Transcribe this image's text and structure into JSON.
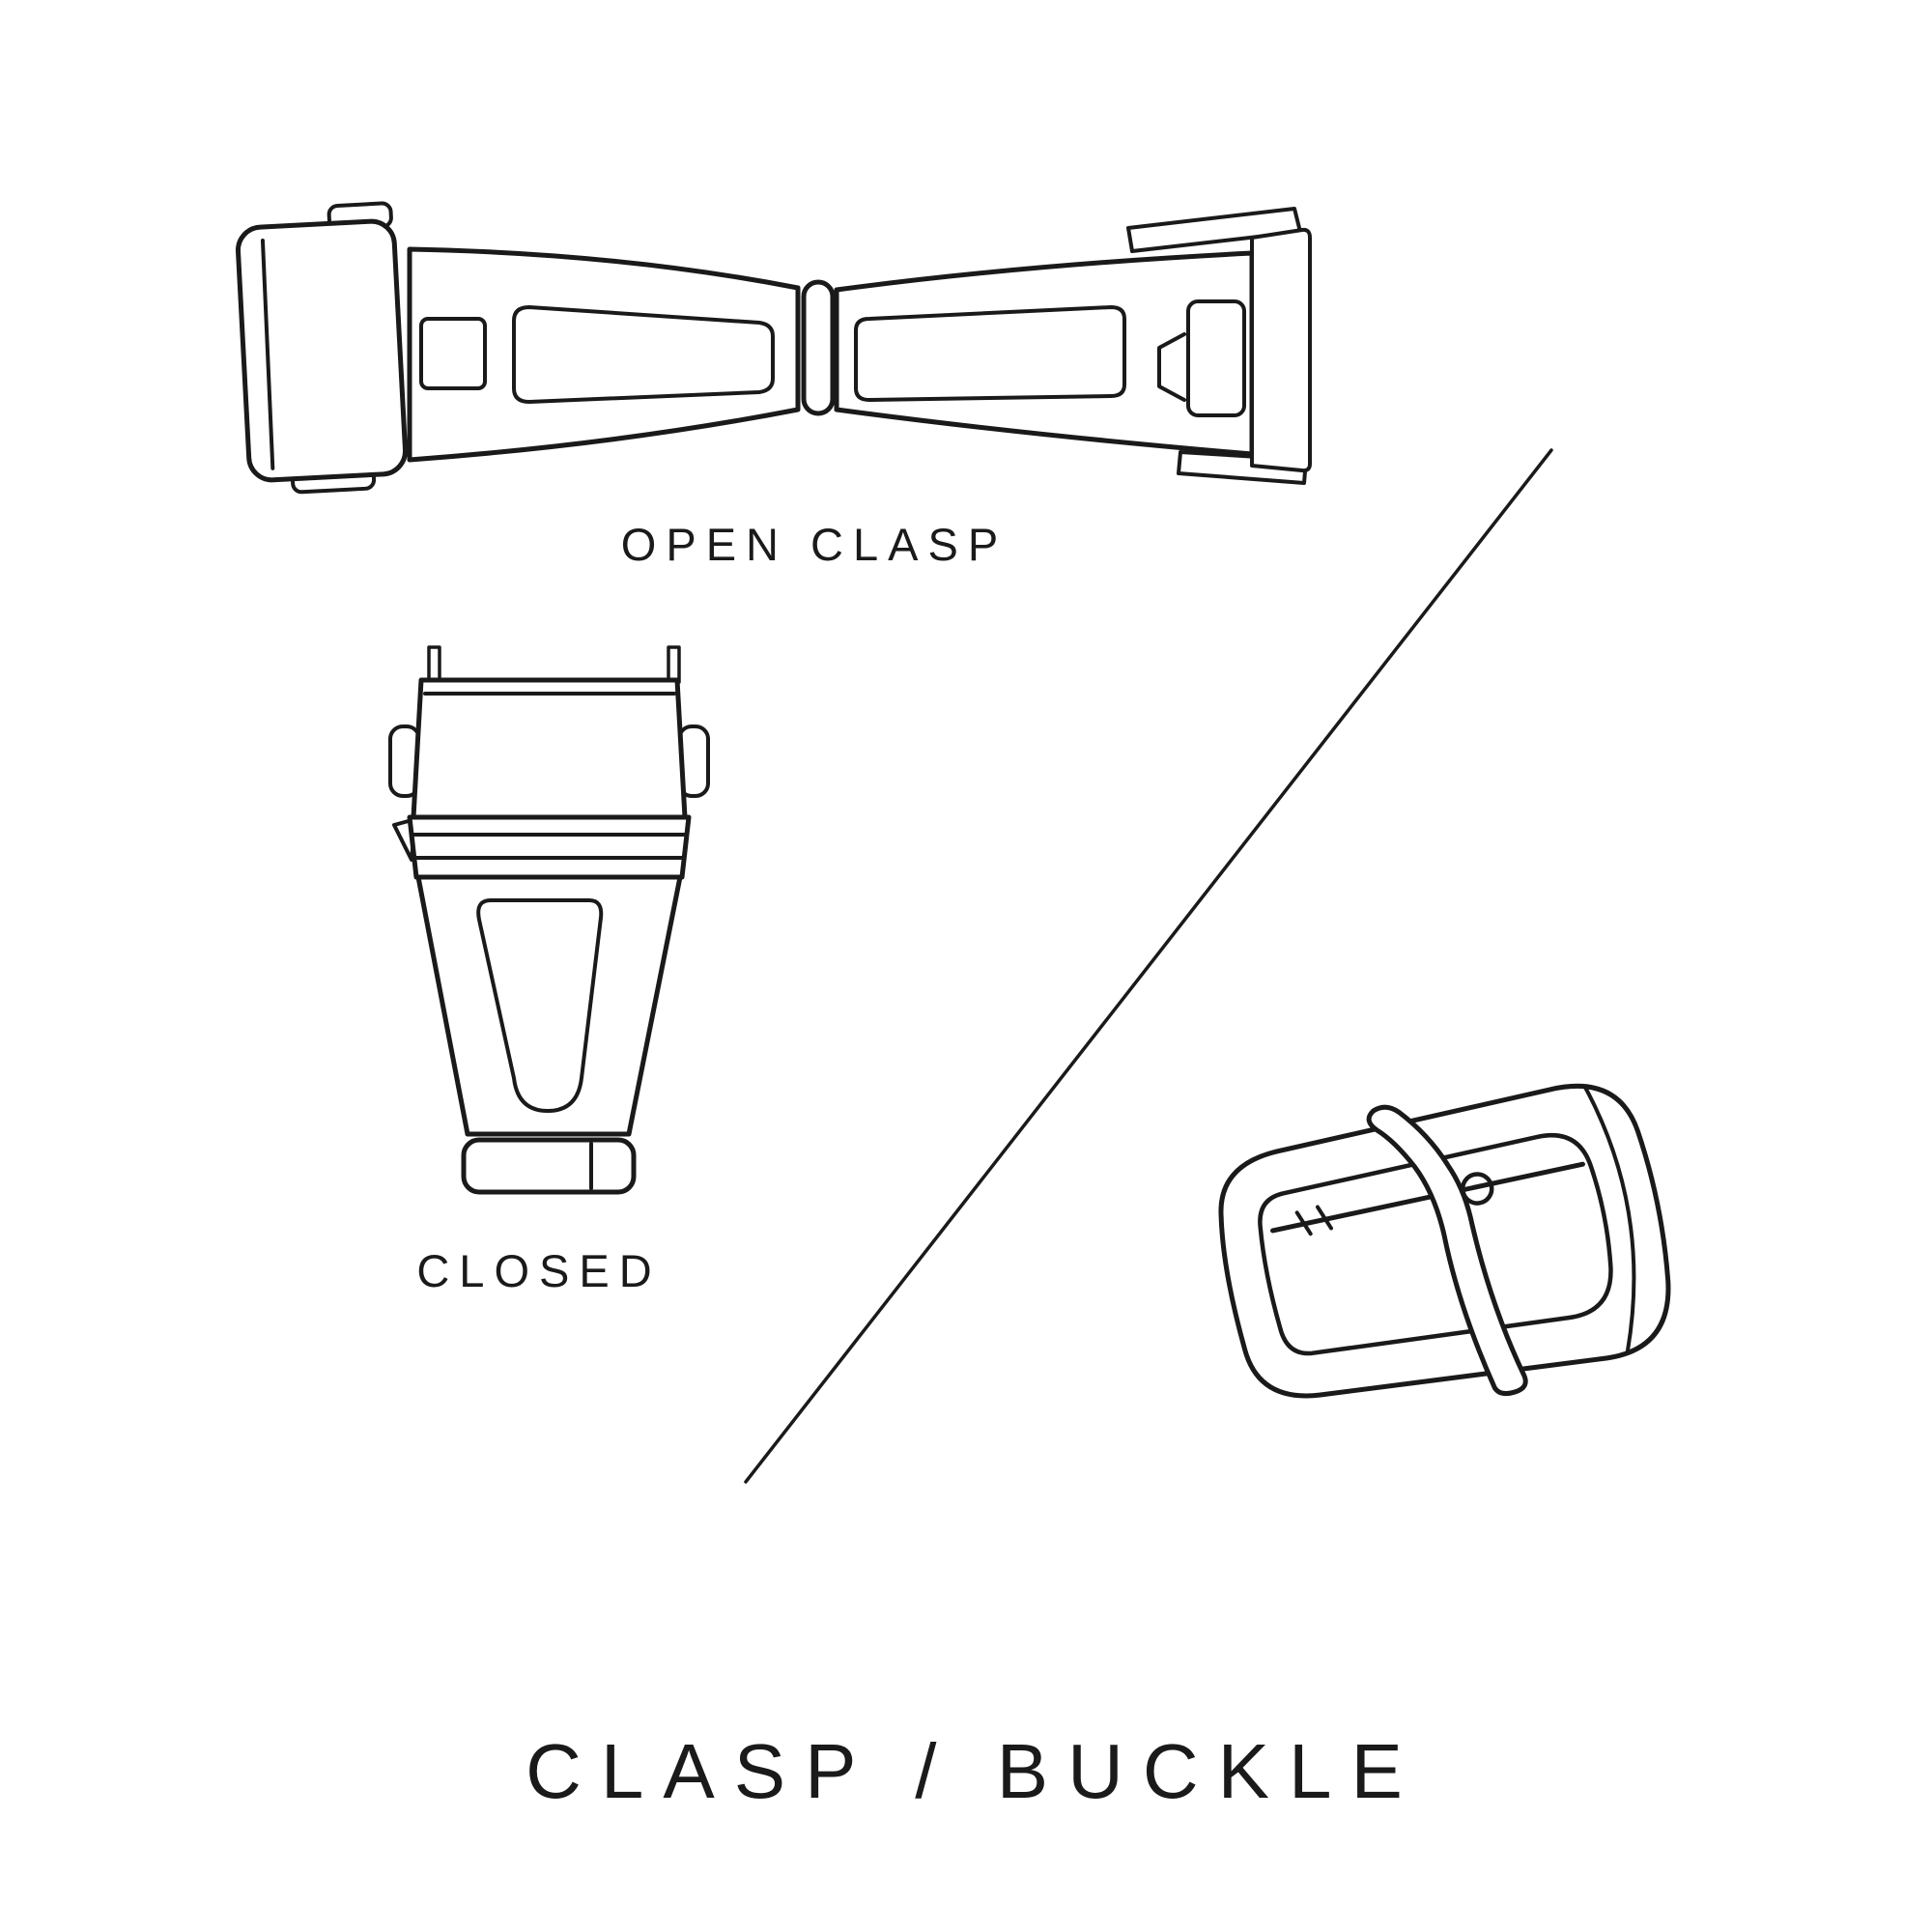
{
  "title": "CLASP / BUCKLE",
  "labels": {
    "open_clasp": "OPEN CLASP",
    "closed": "CLOSED"
  },
  "illustrations": [
    "open-clasp-illustration",
    "closed-clasp-illustration",
    "buckle-illustration",
    "divider-line"
  ],
  "colors": {
    "line": "#1a1a1a",
    "background": "#ffffff"
  }
}
